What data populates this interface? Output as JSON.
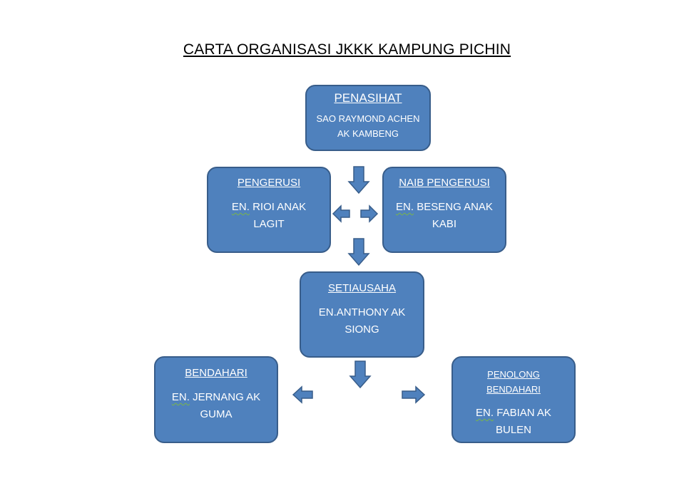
{
  "title": "CARTA ORGANISASI JKKK KAMPUNG PICHIN",
  "nodes": {
    "penasihat": {
      "role": "PENASIHAT",
      "name_line1": "SAO RAYMOND ACHEN",
      "name_line2": "AK KAMBENG"
    },
    "pengerusi": {
      "role": "PENGERUSI",
      "prefix": "EN.",
      "name_line1_rest": " RIOI ANAK",
      "name_line2": "LAGIT"
    },
    "naib_pengerusi": {
      "role": "NAIB PENGERUSI",
      "prefix": "EN.",
      "name_line1_rest": " BESENG ANAK",
      "name_line2": "KABI"
    },
    "setiausaha": {
      "role": "SETIAUSAHA",
      "name_line1": "EN.ANTHONY AK",
      "name_line2": "SIONG"
    },
    "bendahari": {
      "role": "BENDAHARI",
      "prefix": "EN.",
      "name_line1_rest": " JERNANG AK",
      "name_line2": "GUMA"
    },
    "penolong_bendahari": {
      "role_line1": "PENOLONG",
      "role_line2": "BENDAHARI",
      "prefix": "EN.",
      "name_line1_rest": " FABIAN AK",
      "name_line2": "BULEN"
    }
  },
  "colors": {
    "box_fill": "#4f81bd",
    "box_border": "#385d8a",
    "text": "#ffffff"
  }
}
